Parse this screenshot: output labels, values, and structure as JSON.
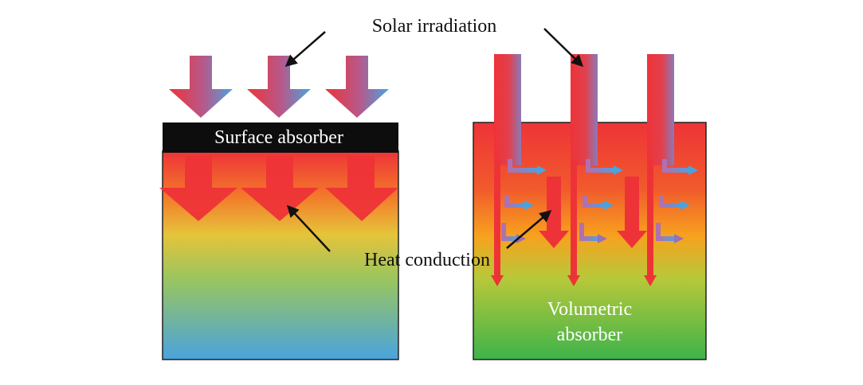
{
  "labels": {
    "solar_irradiation": "Solar irradiation",
    "surface_absorber": "Surface absorber",
    "heat_conduction": "Heat conduction",
    "volumetric_absorber_line1": "Volumetric",
    "volumetric_absorber_line2": "absorber"
  },
  "colors": {
    "hot_red": "#ee3338",
    "warm_orange": "#f7941d",
    "mid_yellow": "#d7d43a",
    "cool_blue": "#4aa3de",
    "volumetric_green": "#3db34a",
    "absorber_black": "#0d0d0d",
    "annotation_arrow": "#111111"
  }
}
